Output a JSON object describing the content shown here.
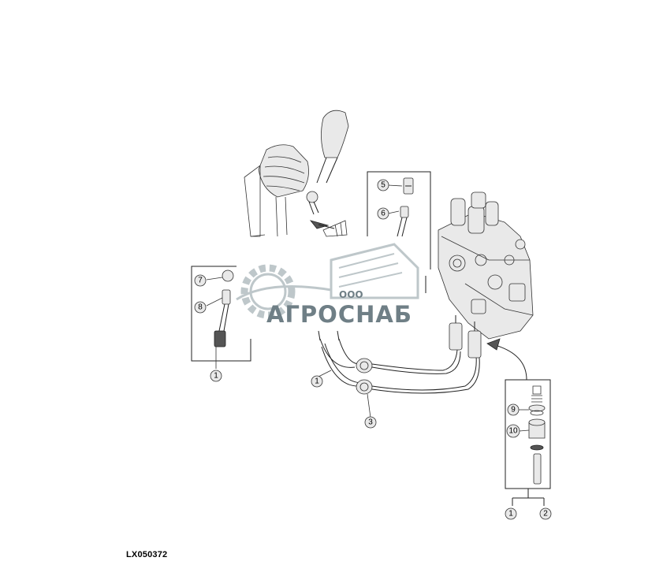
{
  "figure_id": "LX050372",
  "watermark": {
    "prefix": "ООО",
    "company": "АГРОСНАБ"
  },
  "callouts": {
    "c1a": "1",
    "c1b": "1",
    "c1c": "1",
    "c2": "2",
    "c3": "3",
    "c5": "5",
    "c6": "6",
    "c7": "7",
    "c8": "8",
    "c9": "9",
    "c10": "10"
  }
}
